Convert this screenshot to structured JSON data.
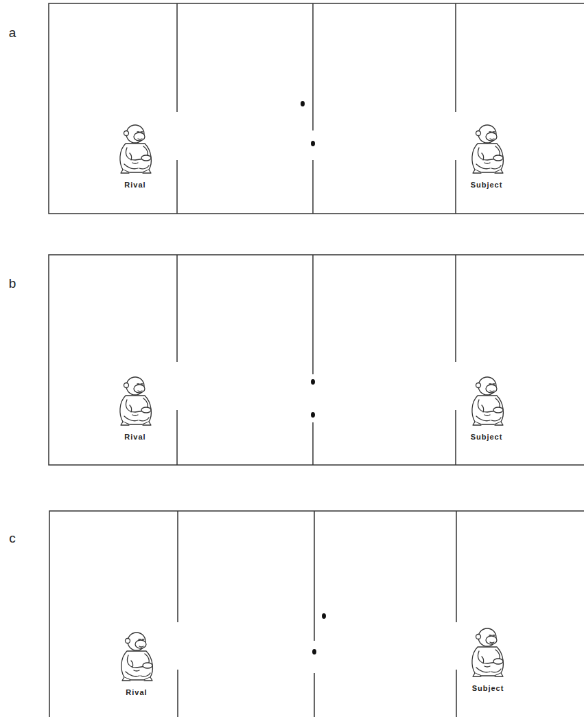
{
  "diagram": {
    "labels": [
      "a",
      "Rival",
      "Subject",
      "b",
      "Rival",
      "Subject",
      "c",
      "Rival",
      "Subject"
    ]
  }
}
